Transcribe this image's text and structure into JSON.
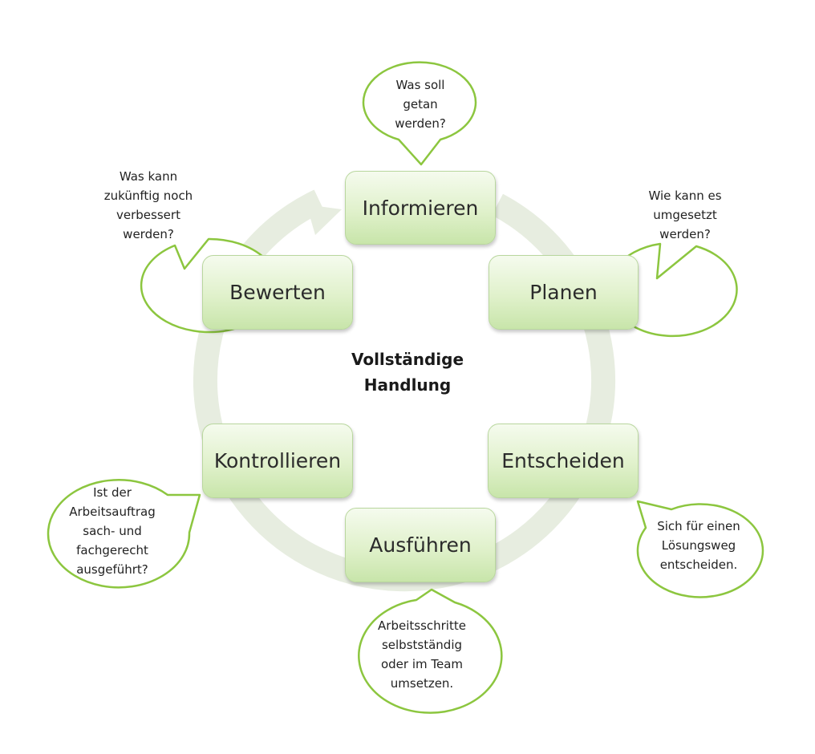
{
  "diagram": {
    "title": "Vollständige\nHandlung",
    "steps": [
      {
        "label": "Informieren"
      },
      {
        "label": "Planen"
      },
      {
        "label": "Entscheiden"
      },
      {
        "label": "Ausführen"
      },
      {
        "label": "Kontrollieren"
      },
      {
        "label": "Bewerten"
      }
    ],
    "bubbles": [
      {
        "text": "Was soll\ngetan\nwerden?"
      },
      {
        "text": "Wie kann es\numgesetzt\nwerden?"
      },
      {
        "text": "Sich für einen\nLösungsweg\nentscheiden."
      },
      {
        "text": "Arbeitsschritte\nselbstständig\noder im Team\numsetzen."
      },
      {
        "text": "Ist der\nArbeitsauftrag\nsach- und\nfachgerecht\nausgeführt?"
      },
      {
        "text": "Was kann\nzukünftig noch\nverbessert\nwerden?"
      }
    ],
    "colors": {
      "ring": "#e7ede0",
      "bubble_border": "#8cc63f",
      "box_border": "#b9d79e",
      "box_fill_top": "#f5fbee",
      "box_fill_bottom": "#c8e5aa"
    }
  }
}
